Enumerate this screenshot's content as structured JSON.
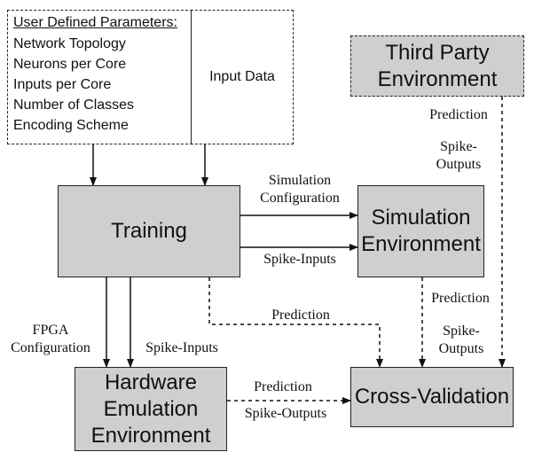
{
  "params": {
    "header": "User Defined Parameters:",
    "items": [
      "Network Topology",
      "Neurons per Core",
      "Inputs per Core",
      "Number of Classes",
      "Encoding Scheme"
    ]
  },
  "input_data": "Input Data",
  "third_party": "Third Party Environment",
  "training": "Training",
  "simulation": "Simulation Environment",
  "hardware": "Hardware Emulation Environment",
  "cross_validation": "Cross-Validation",
  "labels": {
    "sim_config": "Simulation Configuration",
    "spike_inputs_sim": "Spike-Inputs",
    "fpga_config": "FPGA Configuration",
    "spike_inputs_hw": "Spike-Inputs",
    "prediction_train": "Prediction",
    "prediction_third": "Prediction",
    "spike_outputs_third": "Spike-Outputs",
    "prediction_sim": "Prediction",
    "spike_outputs_sim": "Spike-Outputs",
    "prediction_hw": "Prediction",
    "spike_outputs_hw": "Spike-Outputs"
  }
}
